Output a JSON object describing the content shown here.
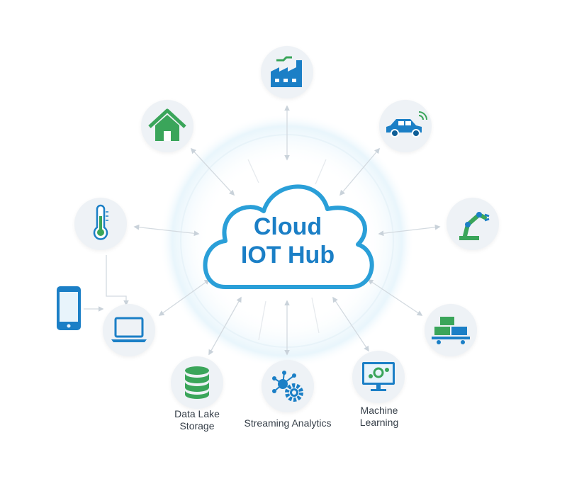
{
  "hub": {
    "line1": "Cloud",
    "line2": "IOT Hub"
  },
  "nodes": [
    {
      "id": "factory",
      "icon": "factory-icon"
    },
    {
      "id": "car",
      "icon": "connected-car-icon"
    },
    {
      "id": "robot",
      "icon": "robot-arm-icon"
    },
    {
      "id": "logistics",
      "icon": "container-truck-icon"
    },
    {
      "id": "ml",
      "icon": "monitor-gears-icon"
    },
    {
      "id": "streaming",
      "icon": "network-gear-icon"
    },
    {
      "id": "datalake",
      "icon": "database-icon"
    },
    {
      "id": "laptop",
      "icon": "laptop-icon"
    },
    {
      "id": "thermometer",
      "icon": "thermometer-icon"
    },
    {
      "id": "home",
      "icon": "house-icon"
    },
    {
      "id": "phone",
      "icon": "smartphone-icon"
    }
  ],
  "labels": {
    "datalake": "Data Lake\nStorage",
    "streaming": "Streaming Analytics",
    "ml": "Machine\nLearning"
  },
  "colors": {
    "blue": "#1b7fc6",
    "green": "#3aa55a",
    "cloud_stroke": "#2a9fd8",
    "node_bg": "#eef2f6"
  }
}
